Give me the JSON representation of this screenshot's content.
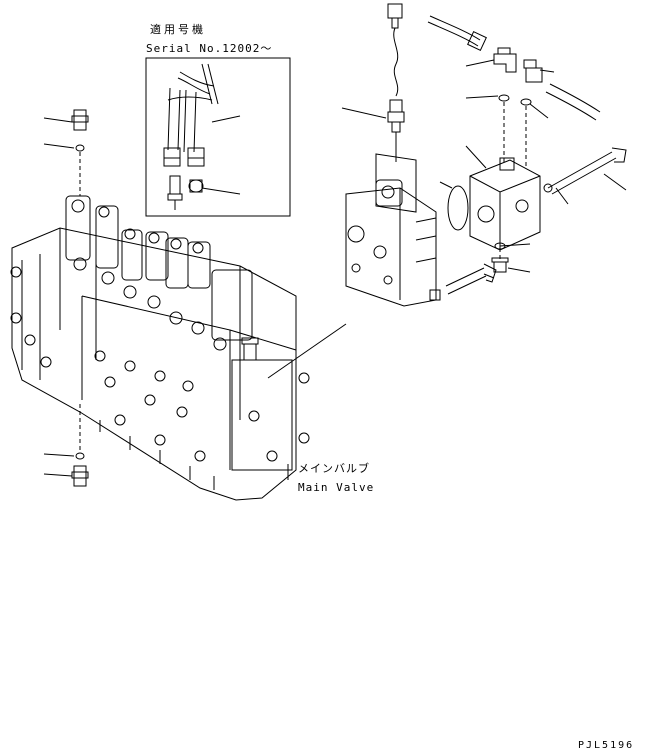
{
  "labels": {
    "applicable_model_jp": "適用号機",
    "serial": "Serial No.12002～",
    "main_valve_jp": "メインバルブ",
    "main_valve_en": "Main Valve",
    "drawing_code": "PJL5196"
  },
  "colors": {
    "line": "#000000",
    "background": "#ffffff"
  }
}
